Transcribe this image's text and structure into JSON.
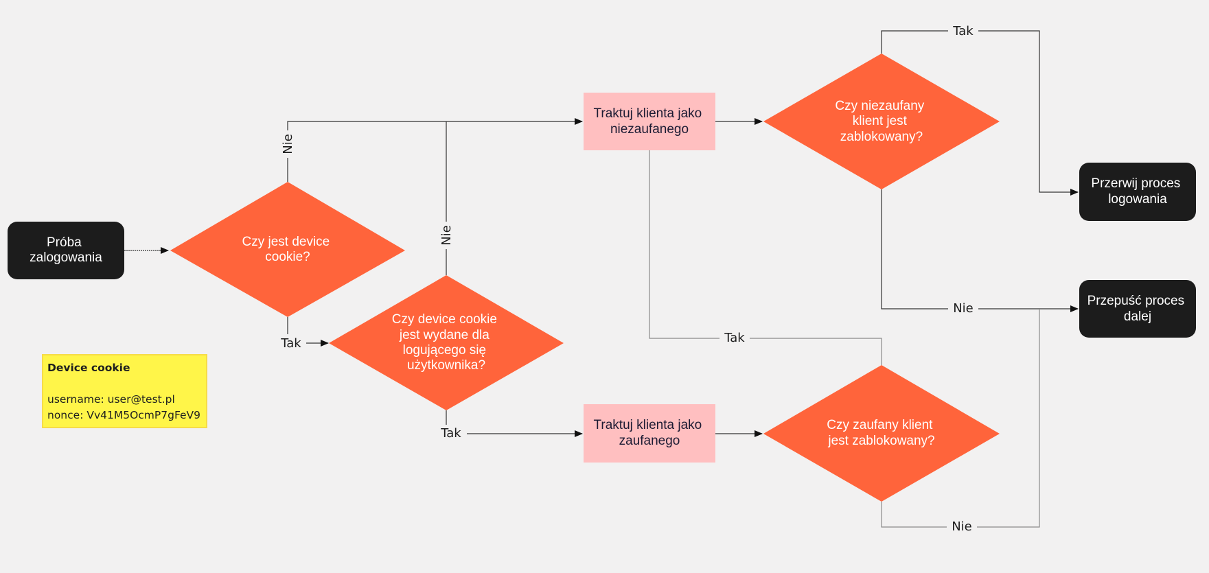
{
  "diagram": {
    "start": {
      "label": [
        "Próba",
        "zalogowania"
      ]
    },
    "decision_cookie": {
      "label": [
        "Czy jest device",
        "cookie?"
      ]
    },
    "decision_issued": {
      "label": [
        "Czy device cookie",
        "jest wydane dla",
        "logującego się",
        "użytkownika?"
      ]
    },
    "action_untrusted": {
      "label": [
        "Traktuj klienta jako",
        "niezaufanego"
      ]
    },
    "action_trusted": {
      "label": [
        "Traktuj klienta jako",
        "zaufanego"
      ]
    },
    "decision_untrusted_blocked": {
      "label": [
        "Czy niezaufany",
        "klient jest",
        "zablokowany?"
      ]
    },
    "decision_trusted_blocked": {
      "label": [
        "Czy zaufany klient",
        "jest zablokowany?"
      ]
    },
    "end_abort": {
      "label": [
        "Przerwij proces",
        "logowania"
      ]
    },
    "end_continue": {
      "label": [
        "Przepuść proces",
        "dalej"
      ]
    },
    "edge_labels": {
      "cookie_no": "Nie",
      "cookie_yes": "Tak",
      "issued_no": "Nie",
      "issued_yes": "Tak",
      "untrusted_blocked_yes": "Tak",
      "untrusted_blocked_no": "Nie",
      "trusted_blocked_yes": "Tak",
      "trusted_blocked_no": "Nie"
    }
  },
  "note": {
    "title": "Device cookie",
    "username": "username: user@test.pl",
    "nonce": "nonce: Vv41M5OcmP7gFeV9"
  },
  "colors": {
    "background": "#f2f1f1",
    "decision": "#ff643b",
    "action": "#ffbfc0",
    "terminal": "#1c1c1c",
    "note": "#fff549"
  }
}
